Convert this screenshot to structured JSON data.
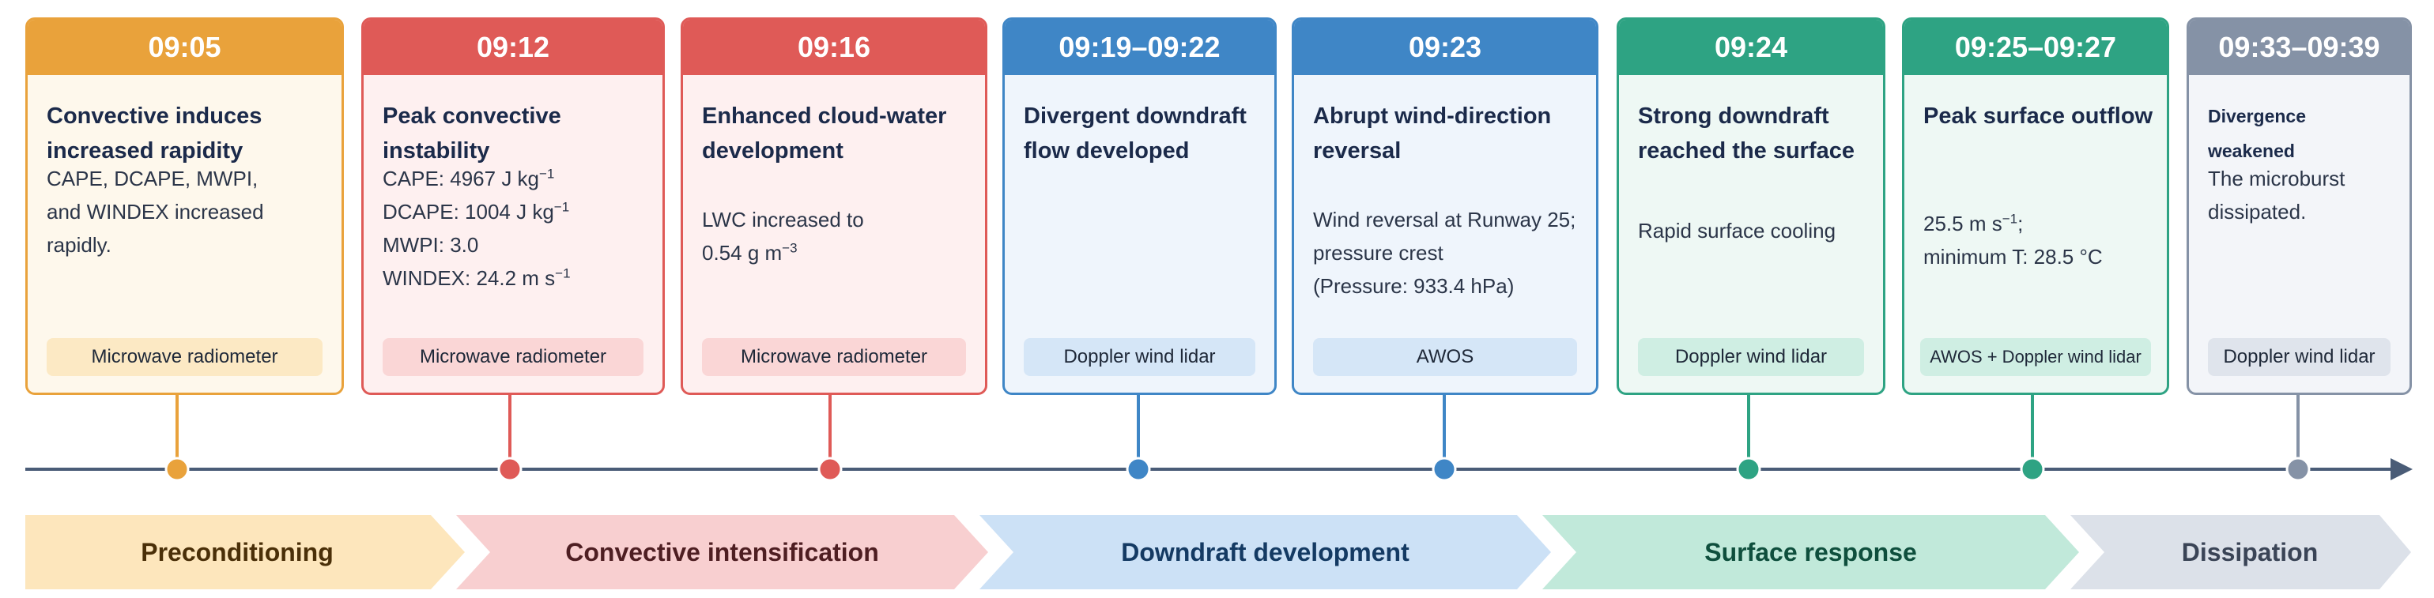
{
  "colors": {
    "orange": "#E9A23B",
    "red": "#DF5A57",
    "blue": "#3F86C6",
    "green": "#2EA383",
    "gray": "#8592A6",
    "axis": "#4A5C77"
  },
  "events": [
    {
      "time": "09:05",
      "title": "Convective induces increased rapidity",
      "body": [
        "CAPE, DCAPE, MWPI,",
        "and WINDEX increased",
        "rapidly."
      ],
      "source": "Microwave radiometer"
    },
    {
      "time": "09:12",
      "title": "Peak convective instability",
      "body_units": [
        {
          "text": "CAPE: 4967 J kg",
          "sup": "−1"
        },
        {
          "text": "DCAPE: 1004 J kg",
          "sup": "−1"
        },
        {
          "text": "MWPI: 3.0",
          "sup": ""
        },
        {
          "text": "WINDEX: 24.2 m s",
          "sup": "−1"
        }
      ],
      "source": "Microwave radiometer"
    },
    {
      "time": "09:16",
      "title": "Enhanced cloud-water development",
      "body_units": [
        {
          "text": "LWC increased to",
          "sup": ""
        },
        {
          "text": "0.54 g m",
          "sup": "−3"
        }
      ],
      "source": "Microwave radiometer"
    },
    {
      "time": "09:19–09:22",
      "title": "Divergent downdraft flow developed",
      "source": "Doppler wind lidar"
    },
    {
      "time": "09:23",
      "title": "Abrupt wind-direction reversal",
      "body": [
        "Wind reversal at Runway 25;",
        "pressure crest",
        "(Pressure: 933.4 hPa)"
      ],
      "source": "AWOS"
    },
    {
      "time": "09:24",
      "title": "Strong downdraft reached the surface",
      "body": [
        "Rapid surface cooling"
      ],
      "source": "Doppler wind lidar"
    },
    {
      "time": "09:25–09:27",
      "title": "Peak surface outflow",
      "body_units": [
        {
          "text": "25.5 m s",
          "sup": "−1",
          "after": ";"
        },
        {
          "text": "minimum T: 28.5 °C",
          "sup": ""
        }
      ],
      "source": "AWOS + Doppler wind lidar"
    },
    {
      "time": "09:33–09:39",
      "title": "Divergence weakened",
      "body": [
        "The microburst",
        "dissipated."
      ],
      "source": "Doppler wind lidar"
    }
  ],
  "phases": [
    {
      "label": "Preconditioning"
    },
    {
      "label": "Convective intensification"
    },
    {
      "label": "Downdraft development"
    },
    {
      "label": "Surface response"
    },
    {
      "label": "Dissipation"
    }
  ]
}
